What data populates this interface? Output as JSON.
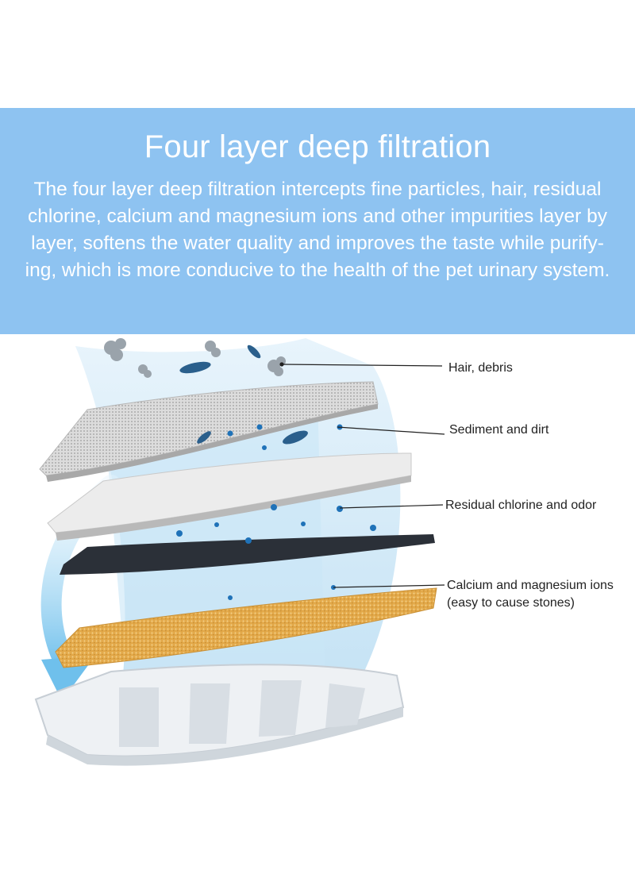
{
  "banner": {
    "title": "Four layer deep filtration",
    "description_lines": [
      "The four layer deep filtration intercepts fine particles, hair, residual",
      "chlorine, calcium and magnesium ions and other impurities layer by",
      "layer, softens the water quality and improves the taste while purify-",
      "ing, which is more conducive to the health of the pet urinary system."
    ]
  },
  "callouts": {
    "hair": "Hair, debris",
    "sediment": "Sediment and dirt",
    "chlorine": "Residual chlorine and odor",
    "calcium_line1": "Calcium and magnesium ions",
    "calcium_line2": "(easy to cause stones)"
  },
  "colors": {
    "banner": "#8ec3f1",
    "water_flow": "#bfe0f4",
    "mesh_layer": "#d9d9d9",
    "cotton_layer": "#e8e8e8",
    "carbon_layer": "#2b3038",
    "resin_layer": "#e8b85a",
    "particle": "#1f72b8"
  }
}
